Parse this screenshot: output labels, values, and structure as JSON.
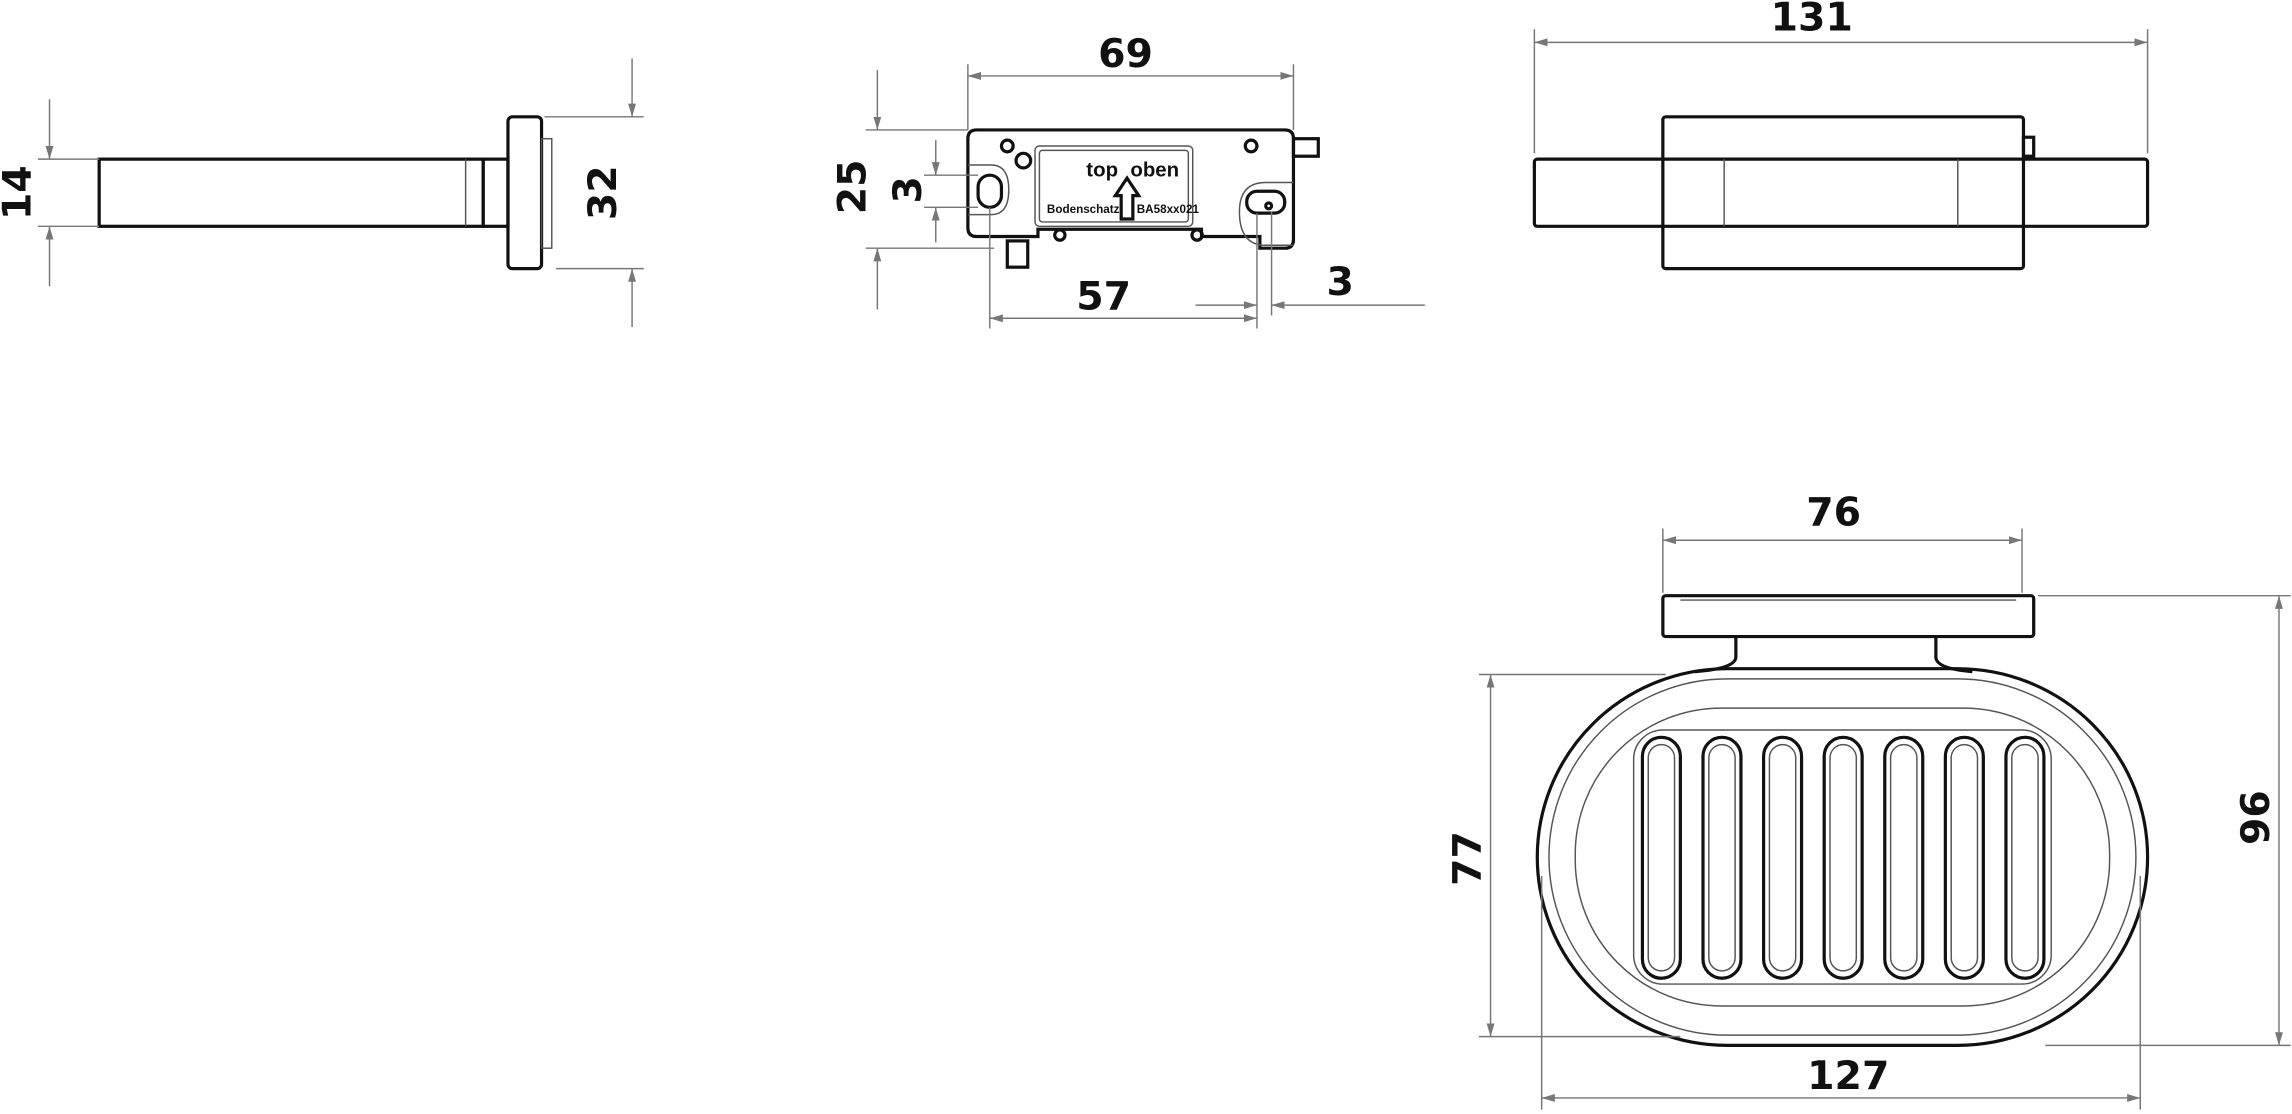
{
  "side_view": {
    "dim_height_bar": "14",
    "dim_height_plate": "32"
  },
  "mounting_plate": {
    "dim_width": "69",
    "dim_height": "25",
    "dim_slot": "3",
    "dim_hole_spacing": "57",
    "dim_offset": "3",
    "label_top": "top",
    "label_oben": "oben",
    "label_brand": "Bodenschatz",
    "label_code": "BA58xx021"
  },
  "front_view": {
    "dim_width": "131"
  },
  "top_view": {
    "dim_plate_width": "76",
    "dim_dish_depth": "77",
    "dim_total_depth": "96",
    "dim_dish_width": "127"
  }
}
